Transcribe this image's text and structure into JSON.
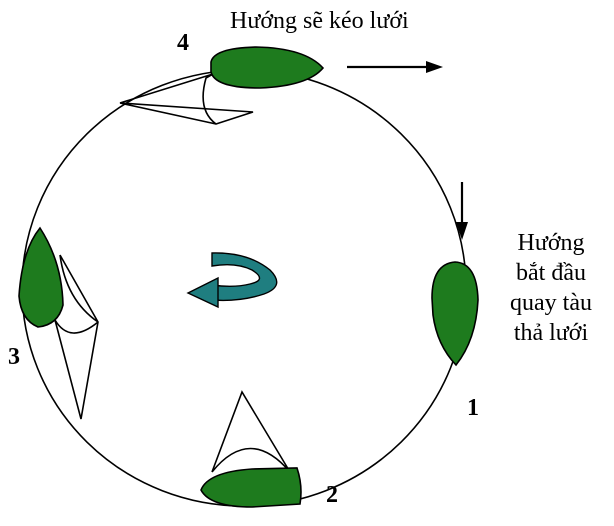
{
  "title_top": "Hướng sẽ kéo lưới",
  "caption_right": [
    "Hướng",
    "bắt đầu",
    "quay tàu",
    "thả lưới"
  ],
  "positions": {
    "p1": "1",
    "p2": "2",
    "p3": "3",
    "p4": "4"
  },
  "colors": {
    "boat": "#1e7b1e",
    "rotation_arrow": "#1f7e80",
    "line": "#000000"
  },
  "icons": [
    "boat-icon",
    "net-icon",
    "direction-arrow-icon",
    "rotation-arrow-icon"
  ]
}
